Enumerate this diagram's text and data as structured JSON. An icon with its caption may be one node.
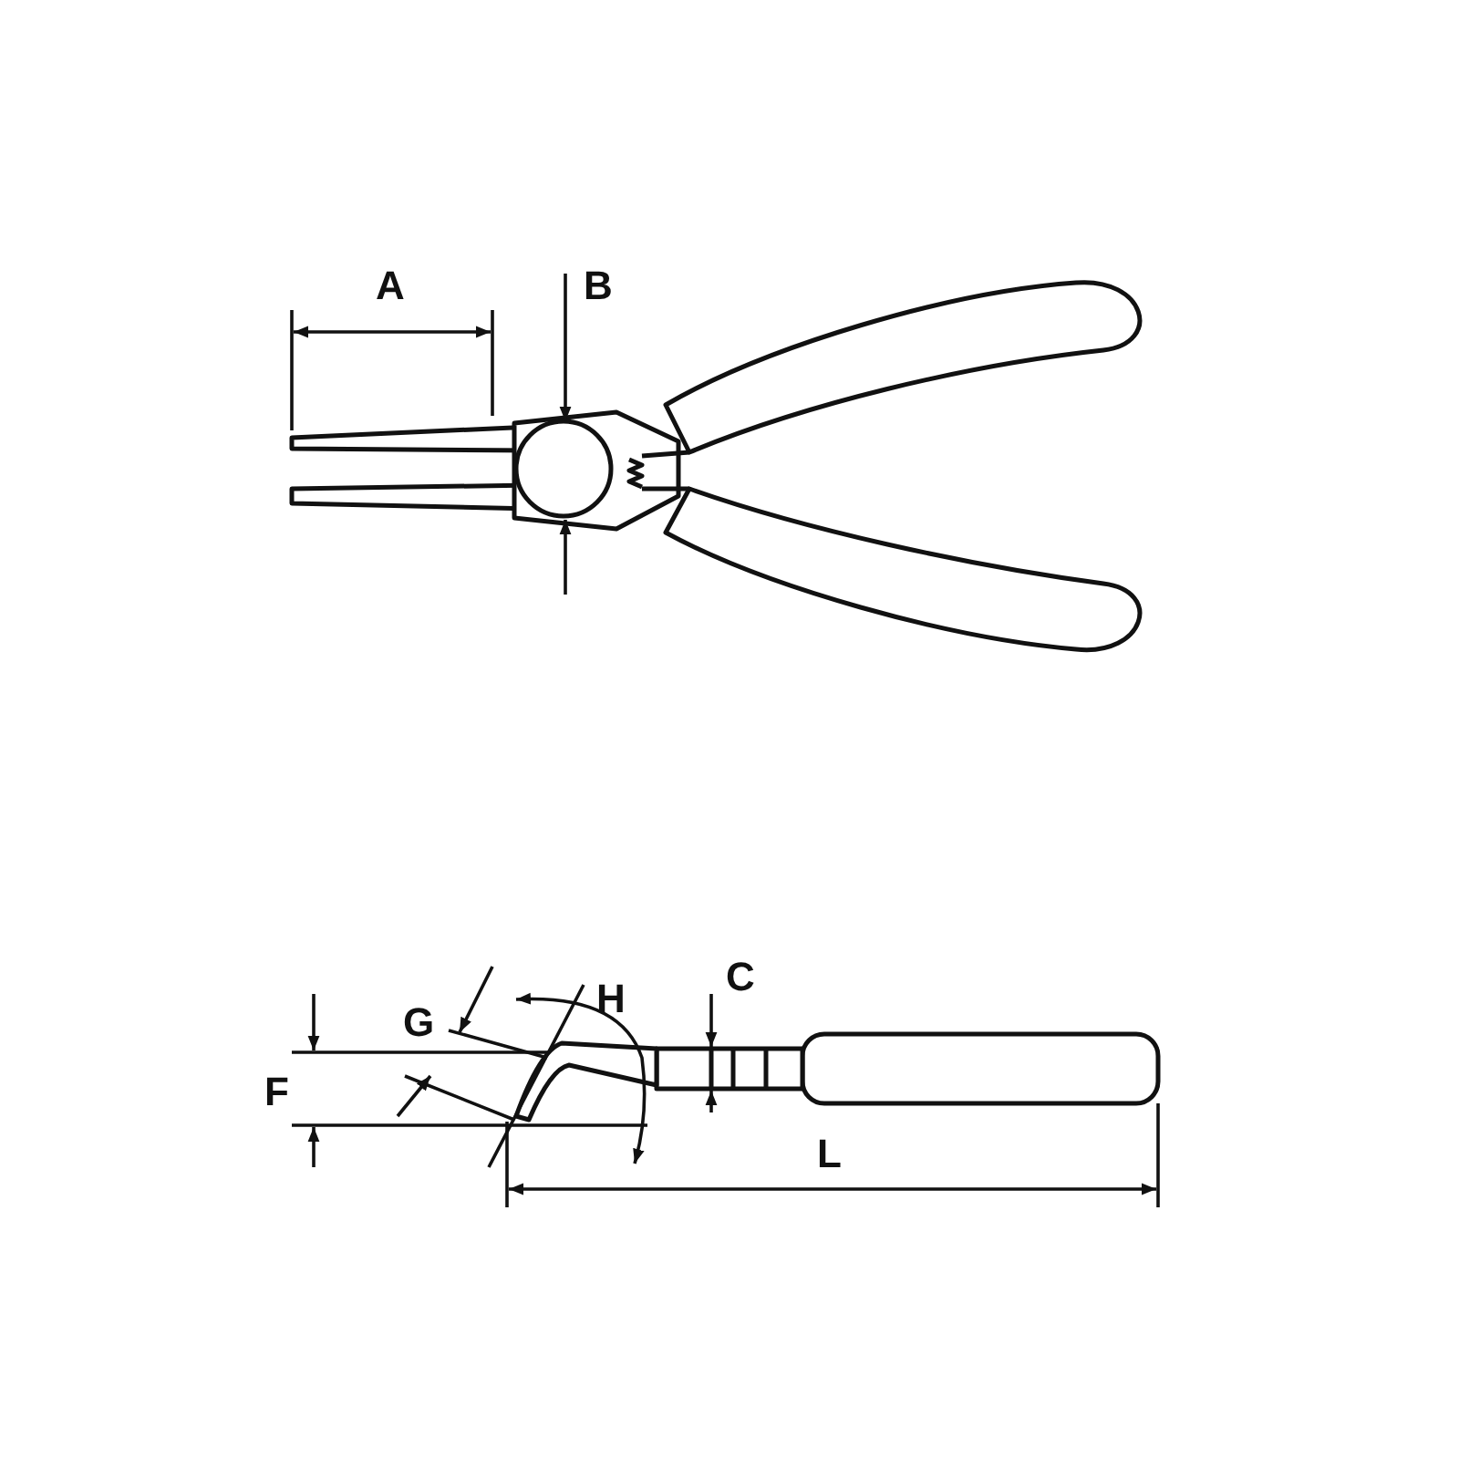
{
  "diagram": {
    "labels": [
      "A",
      "B",
      "C",
      "H",
      "G",
      "F",
      "L"
    ]
  }
}
